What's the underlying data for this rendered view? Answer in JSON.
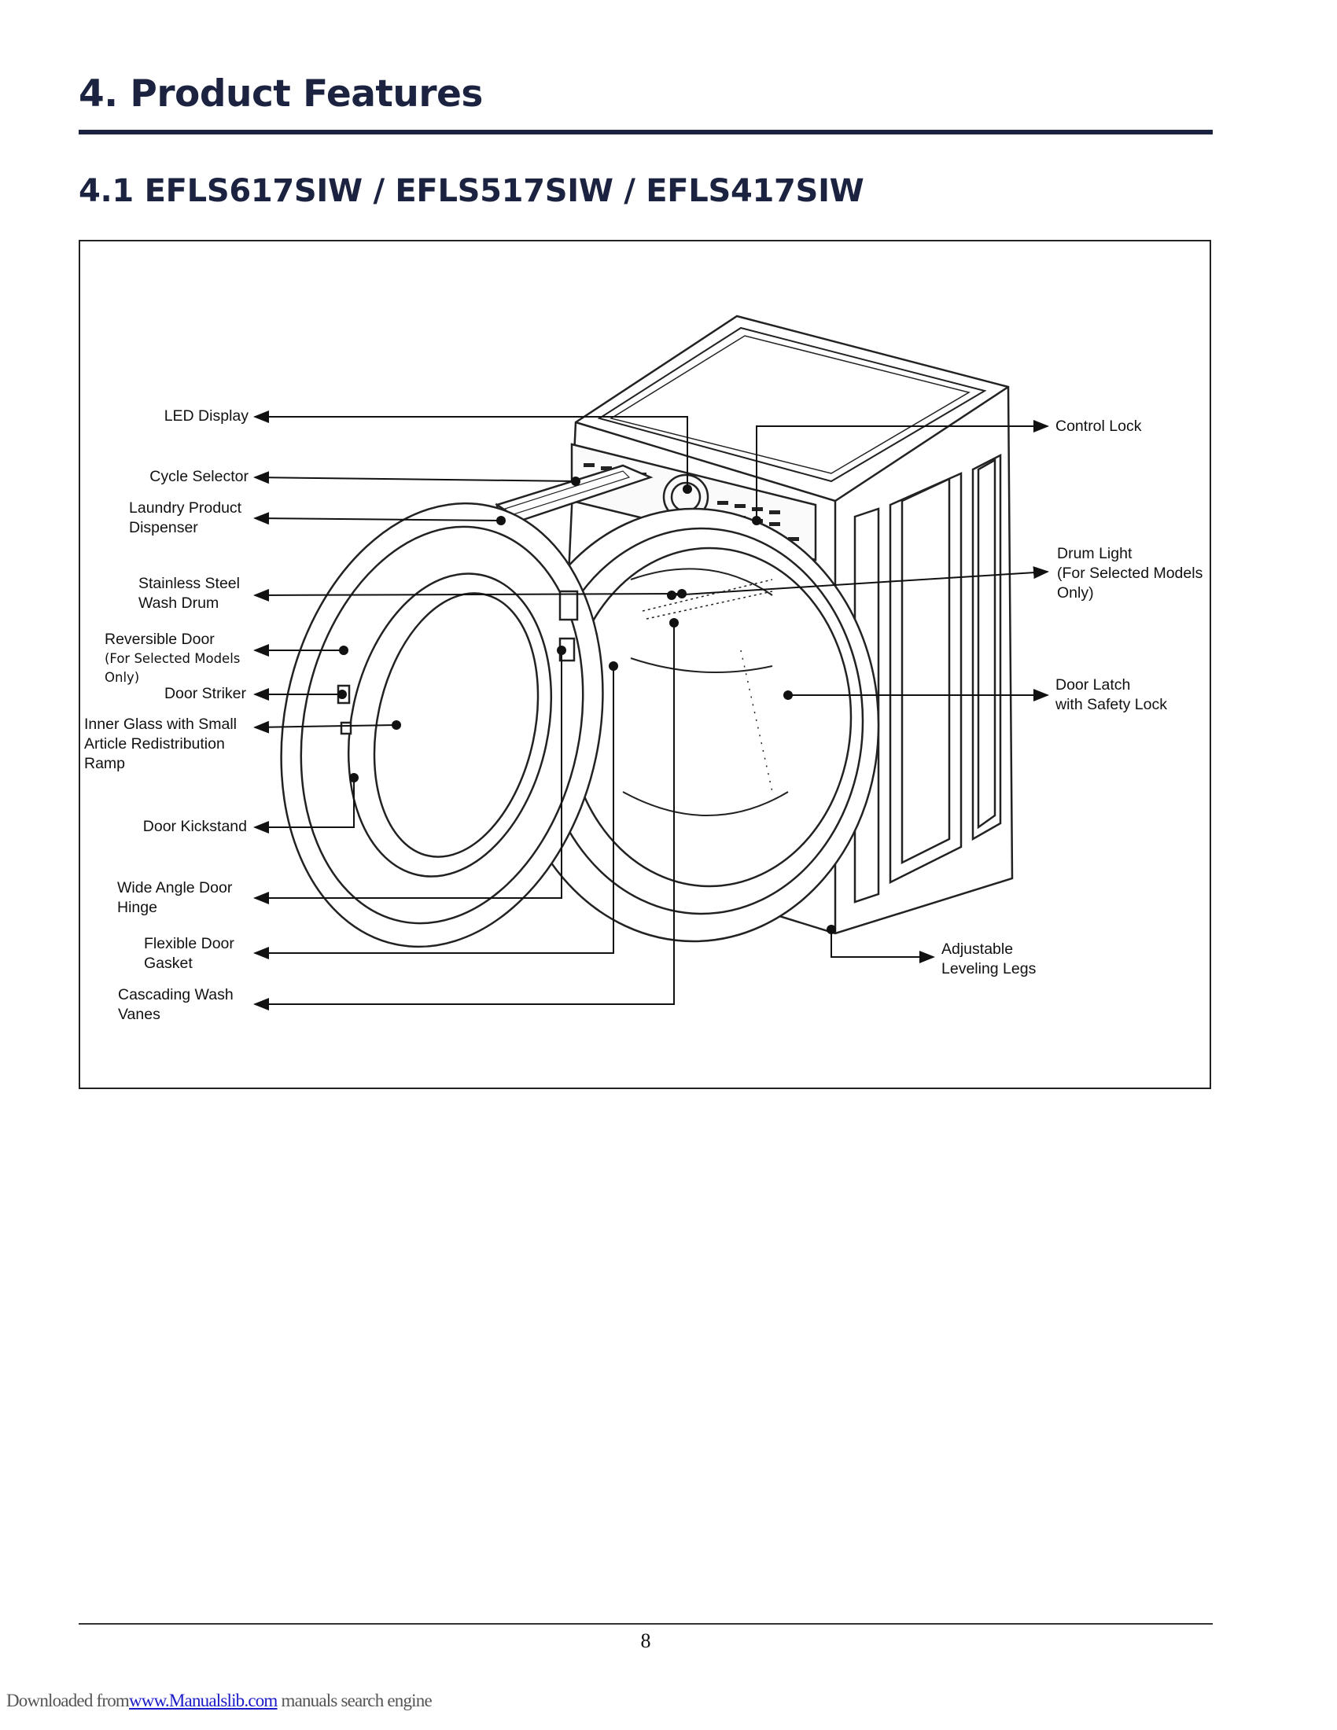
{
  "page": {
    "heading": "4. Product Features",
    "subheading": "4.1 EFLS617SIW / EFLS517SIW / EFLS417SIW",
    "page_number": "8"
  },
  "labels": {
    "led_display": "LED Display",
    "cycle_selector": "Cycle Selector",
    "laundry_dispenser": "Laundry Product\nDispenser",
    "wash_drum": "Stainless Steel\nWash Drum",
    "reversible_door": "Reversible Door",
    "reversible_door_note": "(For Selected Models\nOnly)",
    "door_striker": "Door Striker",
    "inner_glass": "Inner Glass with Small\nArticle Redistribution\nRamp",
    "door_kickstand": "Door Kickstand",
    "door_hinge": "Wide Angle Door\nHinge",
    "door_gasket": "Flexible Door\nGasket",
    "wash_vanes": "Cascading Wash\nVanes",
    "control_lock": "Control Lock",
    "drum_light": "Drum Light\n(For Selected Models\nOnly)",
    "door_latch": "Door Latch\nwith Safety Lock",
    "leveling_legs": "Adjustable\nLeveling Legs"
  },
  "footer": {
    "prefix": "Downloaded from",
    "link": "www.Manualslib.com",
    "suffix": " manuals search engine"
  }
}
